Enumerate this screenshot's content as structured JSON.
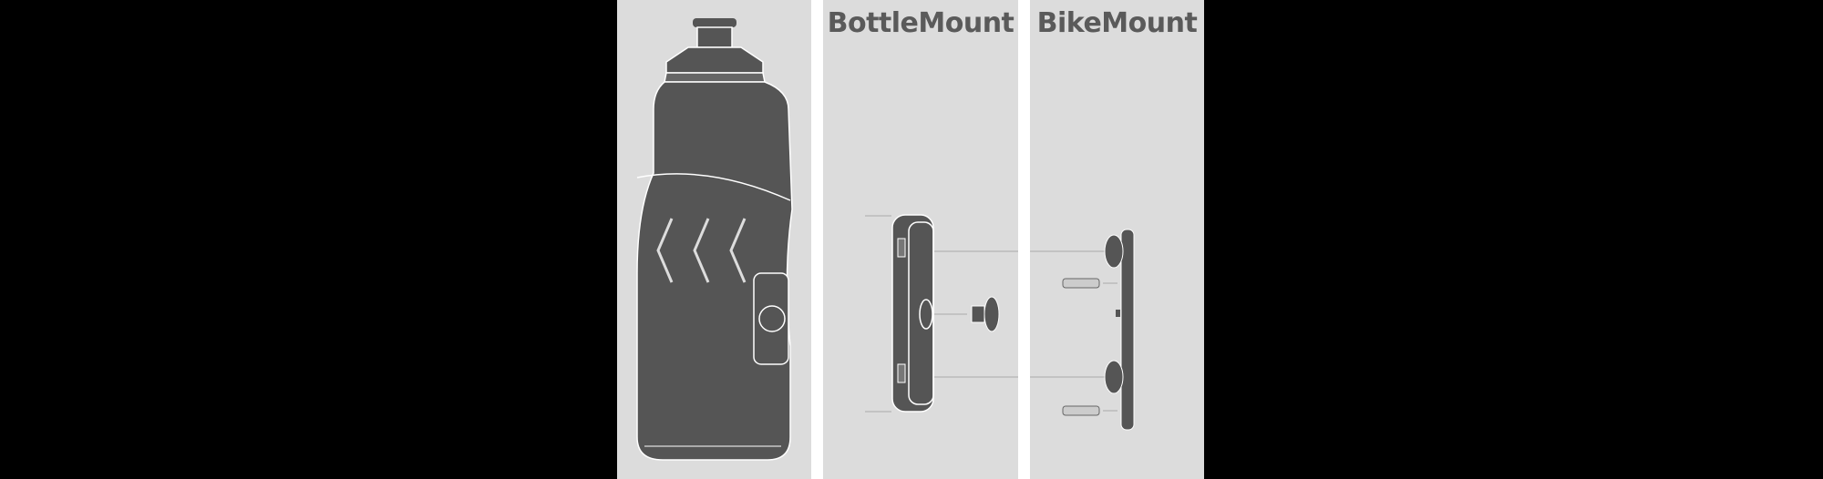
{
  "panels": [
    {
      "id": "bottle",
      "title": null
    },
    {
      "id": "bottle-mount",
      "title": "BottleMount"
    },
    {
      "id": "bike-mount",
      "title": "BikeMount"
    }
  ],
  "colors": {
    "background": "#000000",
    "panel": "#dcdcdc",
    "part": "#555555",
    "outline": "#ffffff",
    "text": "#5a5a5a"
  }
}
